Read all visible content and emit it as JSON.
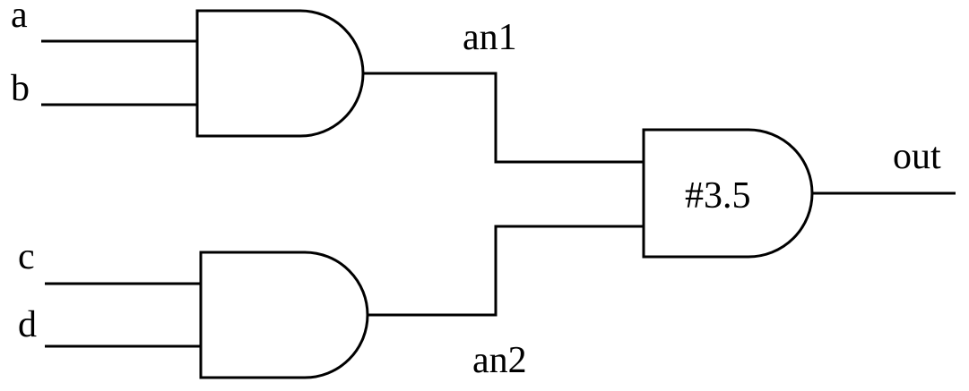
{
  "inputs": {
    "a": "a",
    "b": "b",
    "c": "c",
    "d": "d"
  },
  "nets": {
    "an1": "an1",
    "an2": "an2",
    "out": "out"
  },
  "gates": {
    "and_top": {
      "type": "AND",
      "delay_label": ""
    },
    "and_bottom": {
      "type": "AND",
      "delay_label": ""
    },
    "and_output": {
      "type": "AND",
      "delay_label": "#3.5"
    }
  }
}
